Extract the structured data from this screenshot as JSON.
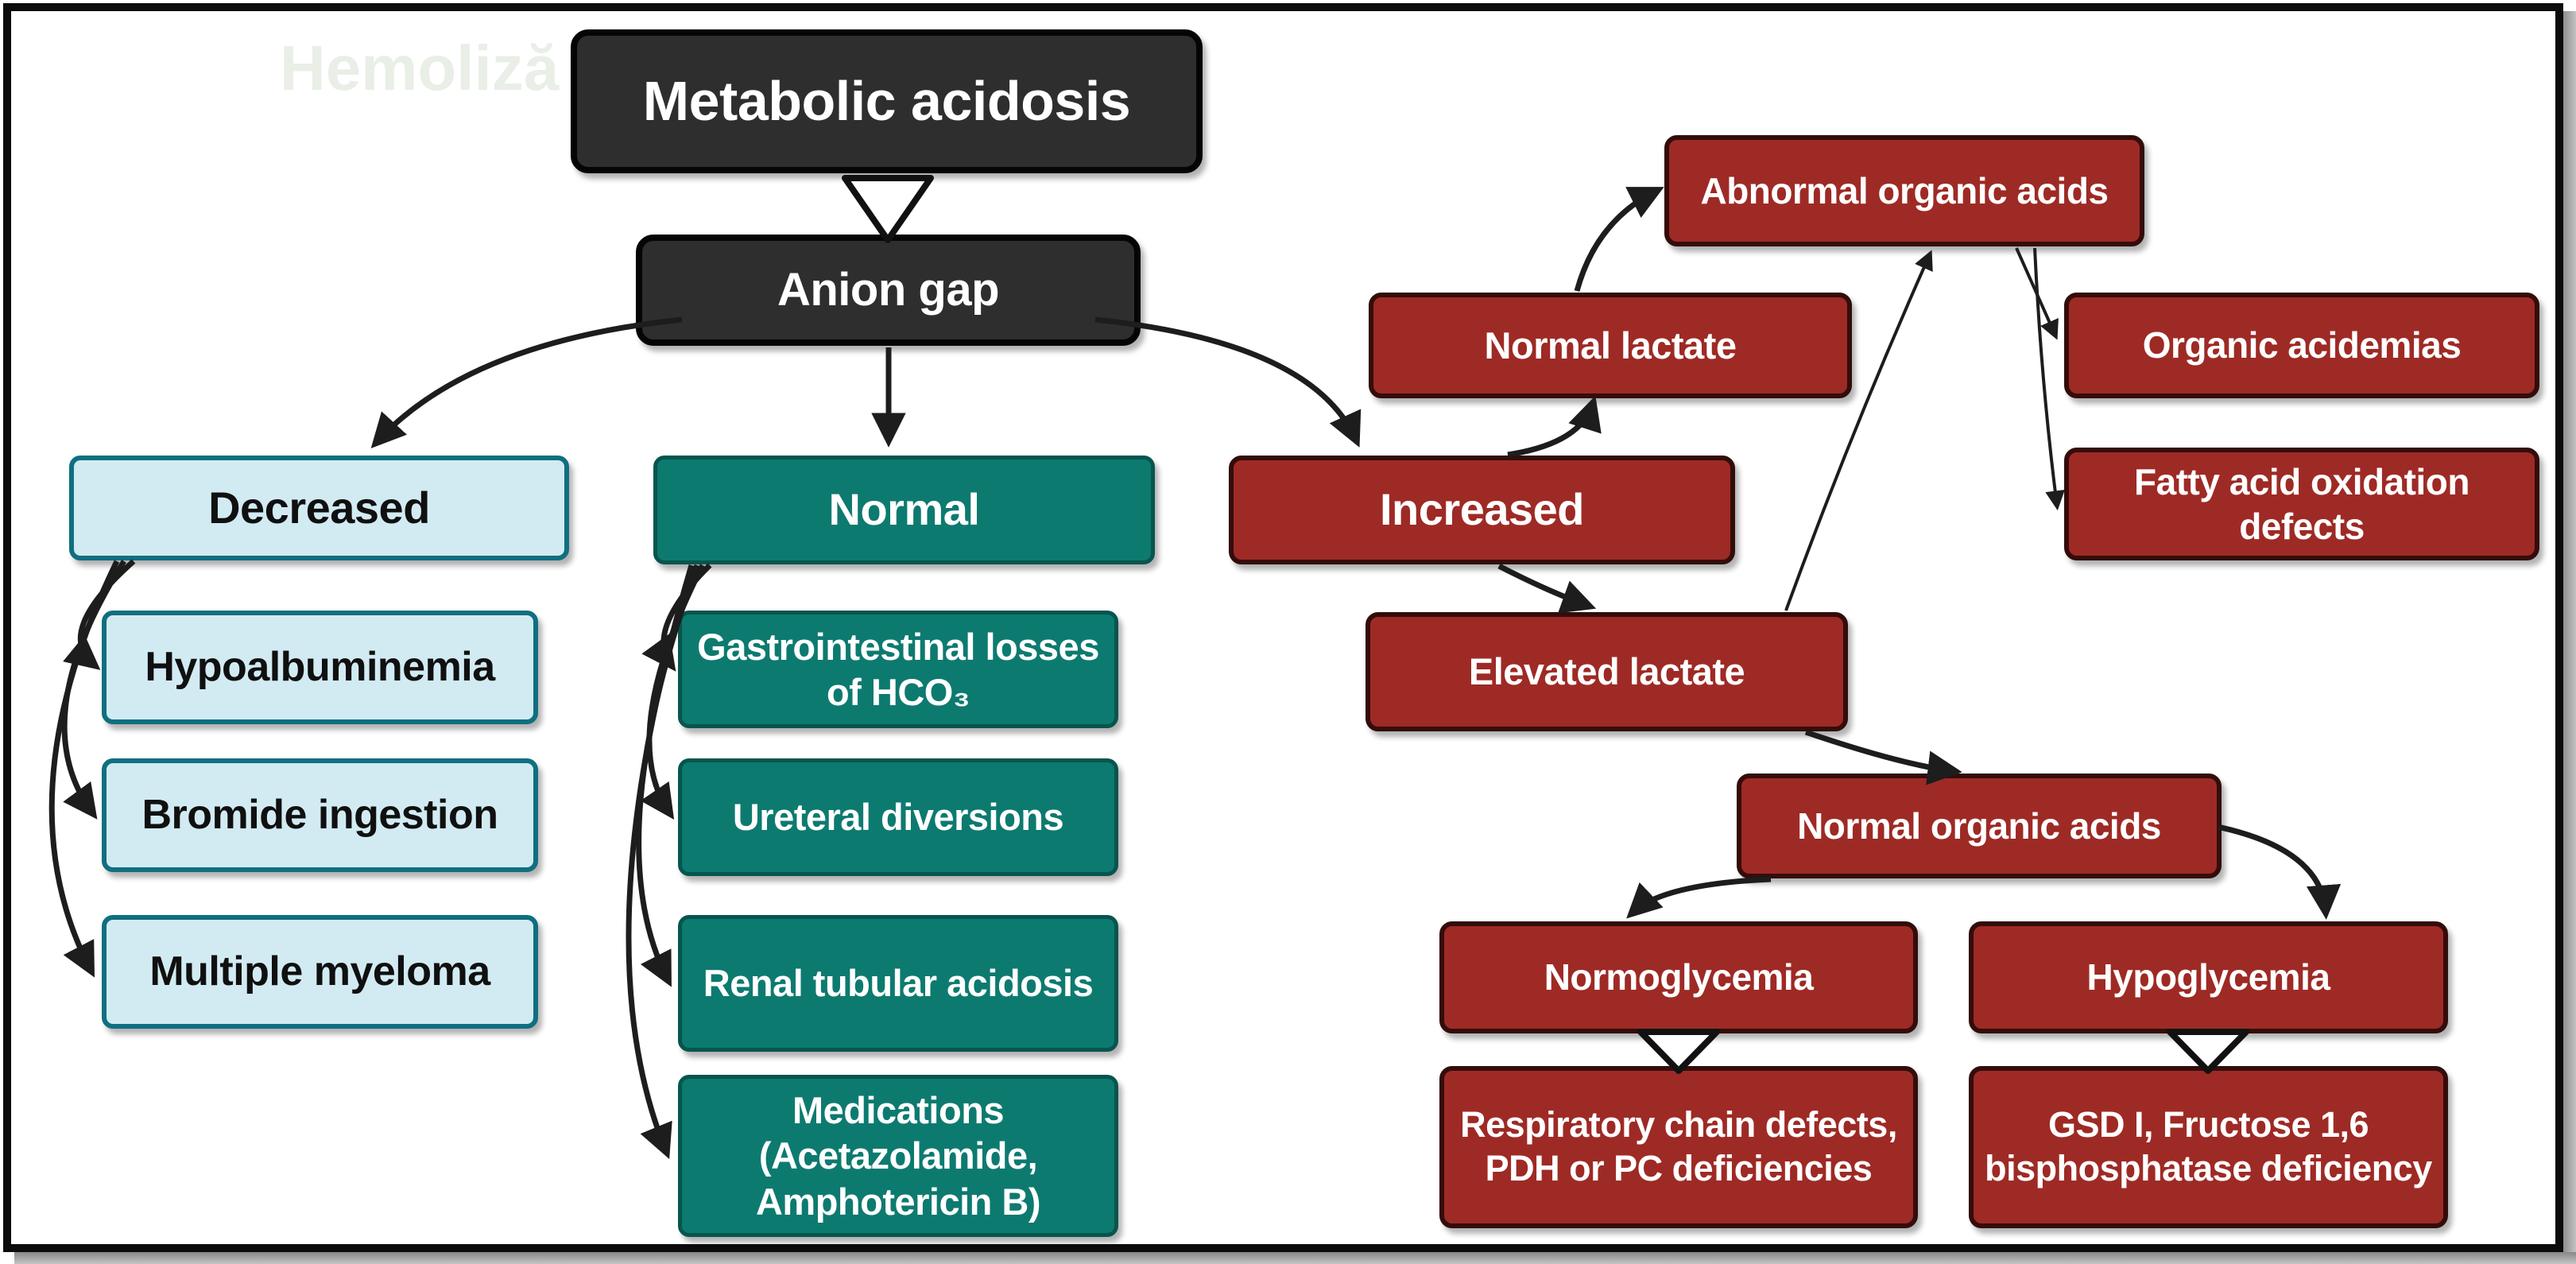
{
  "diagram": {
    "watermark": "Hemoliză in",
    "nodes": {
      "metabolic_acidosis": {
        "label": "Metabolic acidosis"
      },
      "anion_gap": {
        "label": "Anion gap"
      },
      "decreased": {
        "label": "Decreased"
      },
      "hypoalbuminemia": {
        "label": "Hypoalbuminemia"
      },
      "bromide_ingestion": {
        "label": "Bromide ingestion"
      },
      "multiple_myeloma": {
        "label": "Multiple myeloma"
      },
      "normal": {
        "label": "Normal"
      },
      "gi_losses": {
        "label": "Gastrointestinal losses of HCO₃"
      },
      "ureteral_diversions": {
        "label": "Ureteral diversions"
      },
      "renal_tubular_acidosis": {
        "label": "Renal tubular acidosis"
      },
      "medications": {
        "label": "Medications (Acetazolamide, Amphotericin B)"
      },
      "increased": {
        "label": "Increased"
      },
      "normal_lactate": {
        "label": "Normal lactate"
      },
      "abnormal_organic_acids": {
        "label": "Abnormal organic acids"
      },
      "organic_acidemias": {
        "label": "Organic acidemias"
      },
      "fatty_acid_oxidation_defects": {
        "label": "Fatty acid oxidation defects"
      },
      "elevated_lactate": {
        "label": "Elevated lactate"
      },
      "normal_organic_acids": {
        "label": "Normal organic acids"
      },
      "normoglycemia": {
        "label": "Normoglycemia"
      },
      "hypoglycemia": {
        "label": "Hypoglycemia"
      },
      "respiratory_chain": {
        "label": "Respiratory chain defects, PDH or PC deficiencies"
      },
      "gsd_fructose": {
        "label": "GSD I, Fructose 1,6 bisphosphatase deficiency"
      }
    },
    "colors": {
      "dark_box": "#2e2e2e",
      "light_blue_box": "#d2ebf3",
      "light_blue_border": "#0f6f80",
      "teal_box": "#0d7a70",
      "red_box": "#9e2a25",
      "red_border": "#330d0b",
      "arrow": "#1d1d1d",
      "watermark": "#e9efe7"
    }
  }
}
